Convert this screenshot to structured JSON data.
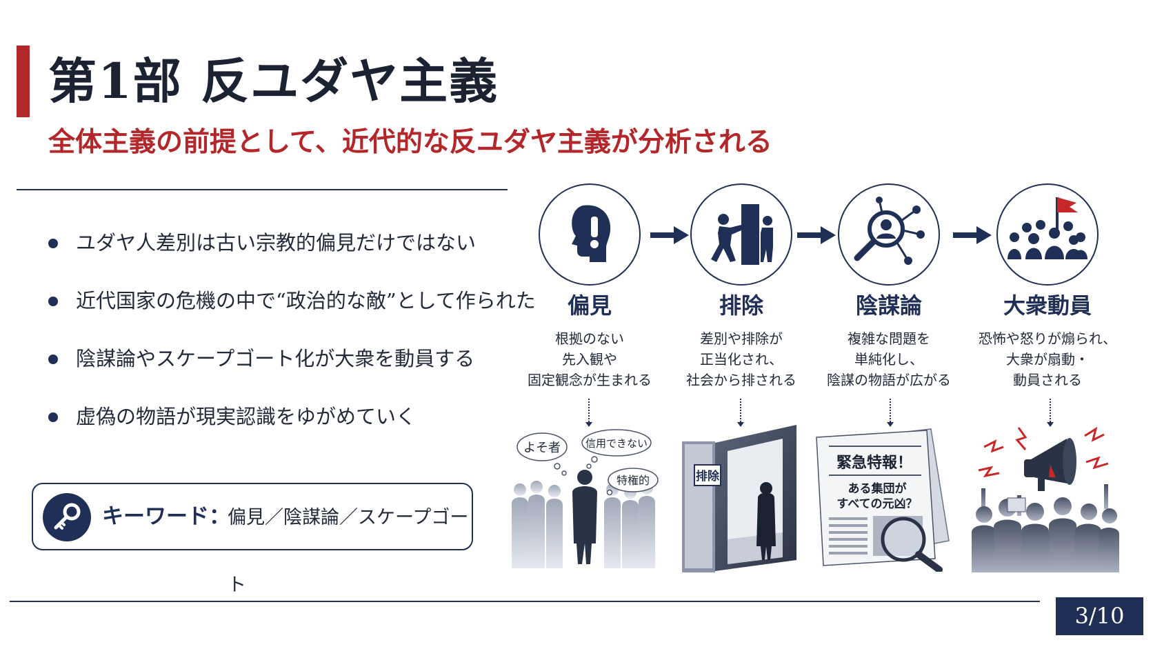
{
  "slide": {
    "title": "第1部  反ユダヤ主義",
    "subtitle": "全体主義の前提として、近代的な反ユダヤ主義が分析される",
    "accent_color": "#b3262a",
    "primary_color": "#1f2f55",
    "page_number": "3/10"
  },
  "bullets": [
    "ユダヤ人差別は古い宗教的偏見だけではない",
    "近代国家の危機の中で“政治的な敵”として作られた",
    "陰謀論やスケープゴート化が大衆を動員する",
    "虚偽の物語が現実認識をゆがめていく"
  ],
  "keywords": {
    "label": "キーワード：",
    "value": "偏見／陰謀論／スケープゴート",
    "icon": "key-icon"
  },
  "flow": [
    {
      "title": "偏見",
      "icon": "head-exclamation-icon",
      "desc": [
        "根拠のない",
        "先入観や",
        "固定観念が生まれる"
      ],
      "scene": {
        "bubbles": [
          "よそ者",
          "信用できない",
          "特権的"
        ]
      }
    },
    {
      "title": "排除",
      "icon": "push-out-icon",
      "desc": [
        "差別や排除が",
        "正当化され、",
        "社会から排される"
      ],
      "scene": {
        "sign": "排除"
      }
    },
    {
      "title": "陰謀論",
      "icon": "magnifier-network-icon",
      "desc": [
        "複雑な問題を",
        "単純化し、",
        "陰謀の物語が広がる"
      ],
      "scene": {
        "headline": "緊急特報！",
        "subline1": "ある集団が",
        "subline2": "すべての元凶？"
      }
    },
    {
      "title": "大衆動員",
      "icon": "crowd-flag-icon",
      "desc": [
        "恐怖や怒りが煽られ、",
        "大衆が扇動・",
        "動員される"
      ],
      "scene": {}
    }
  ]
}
